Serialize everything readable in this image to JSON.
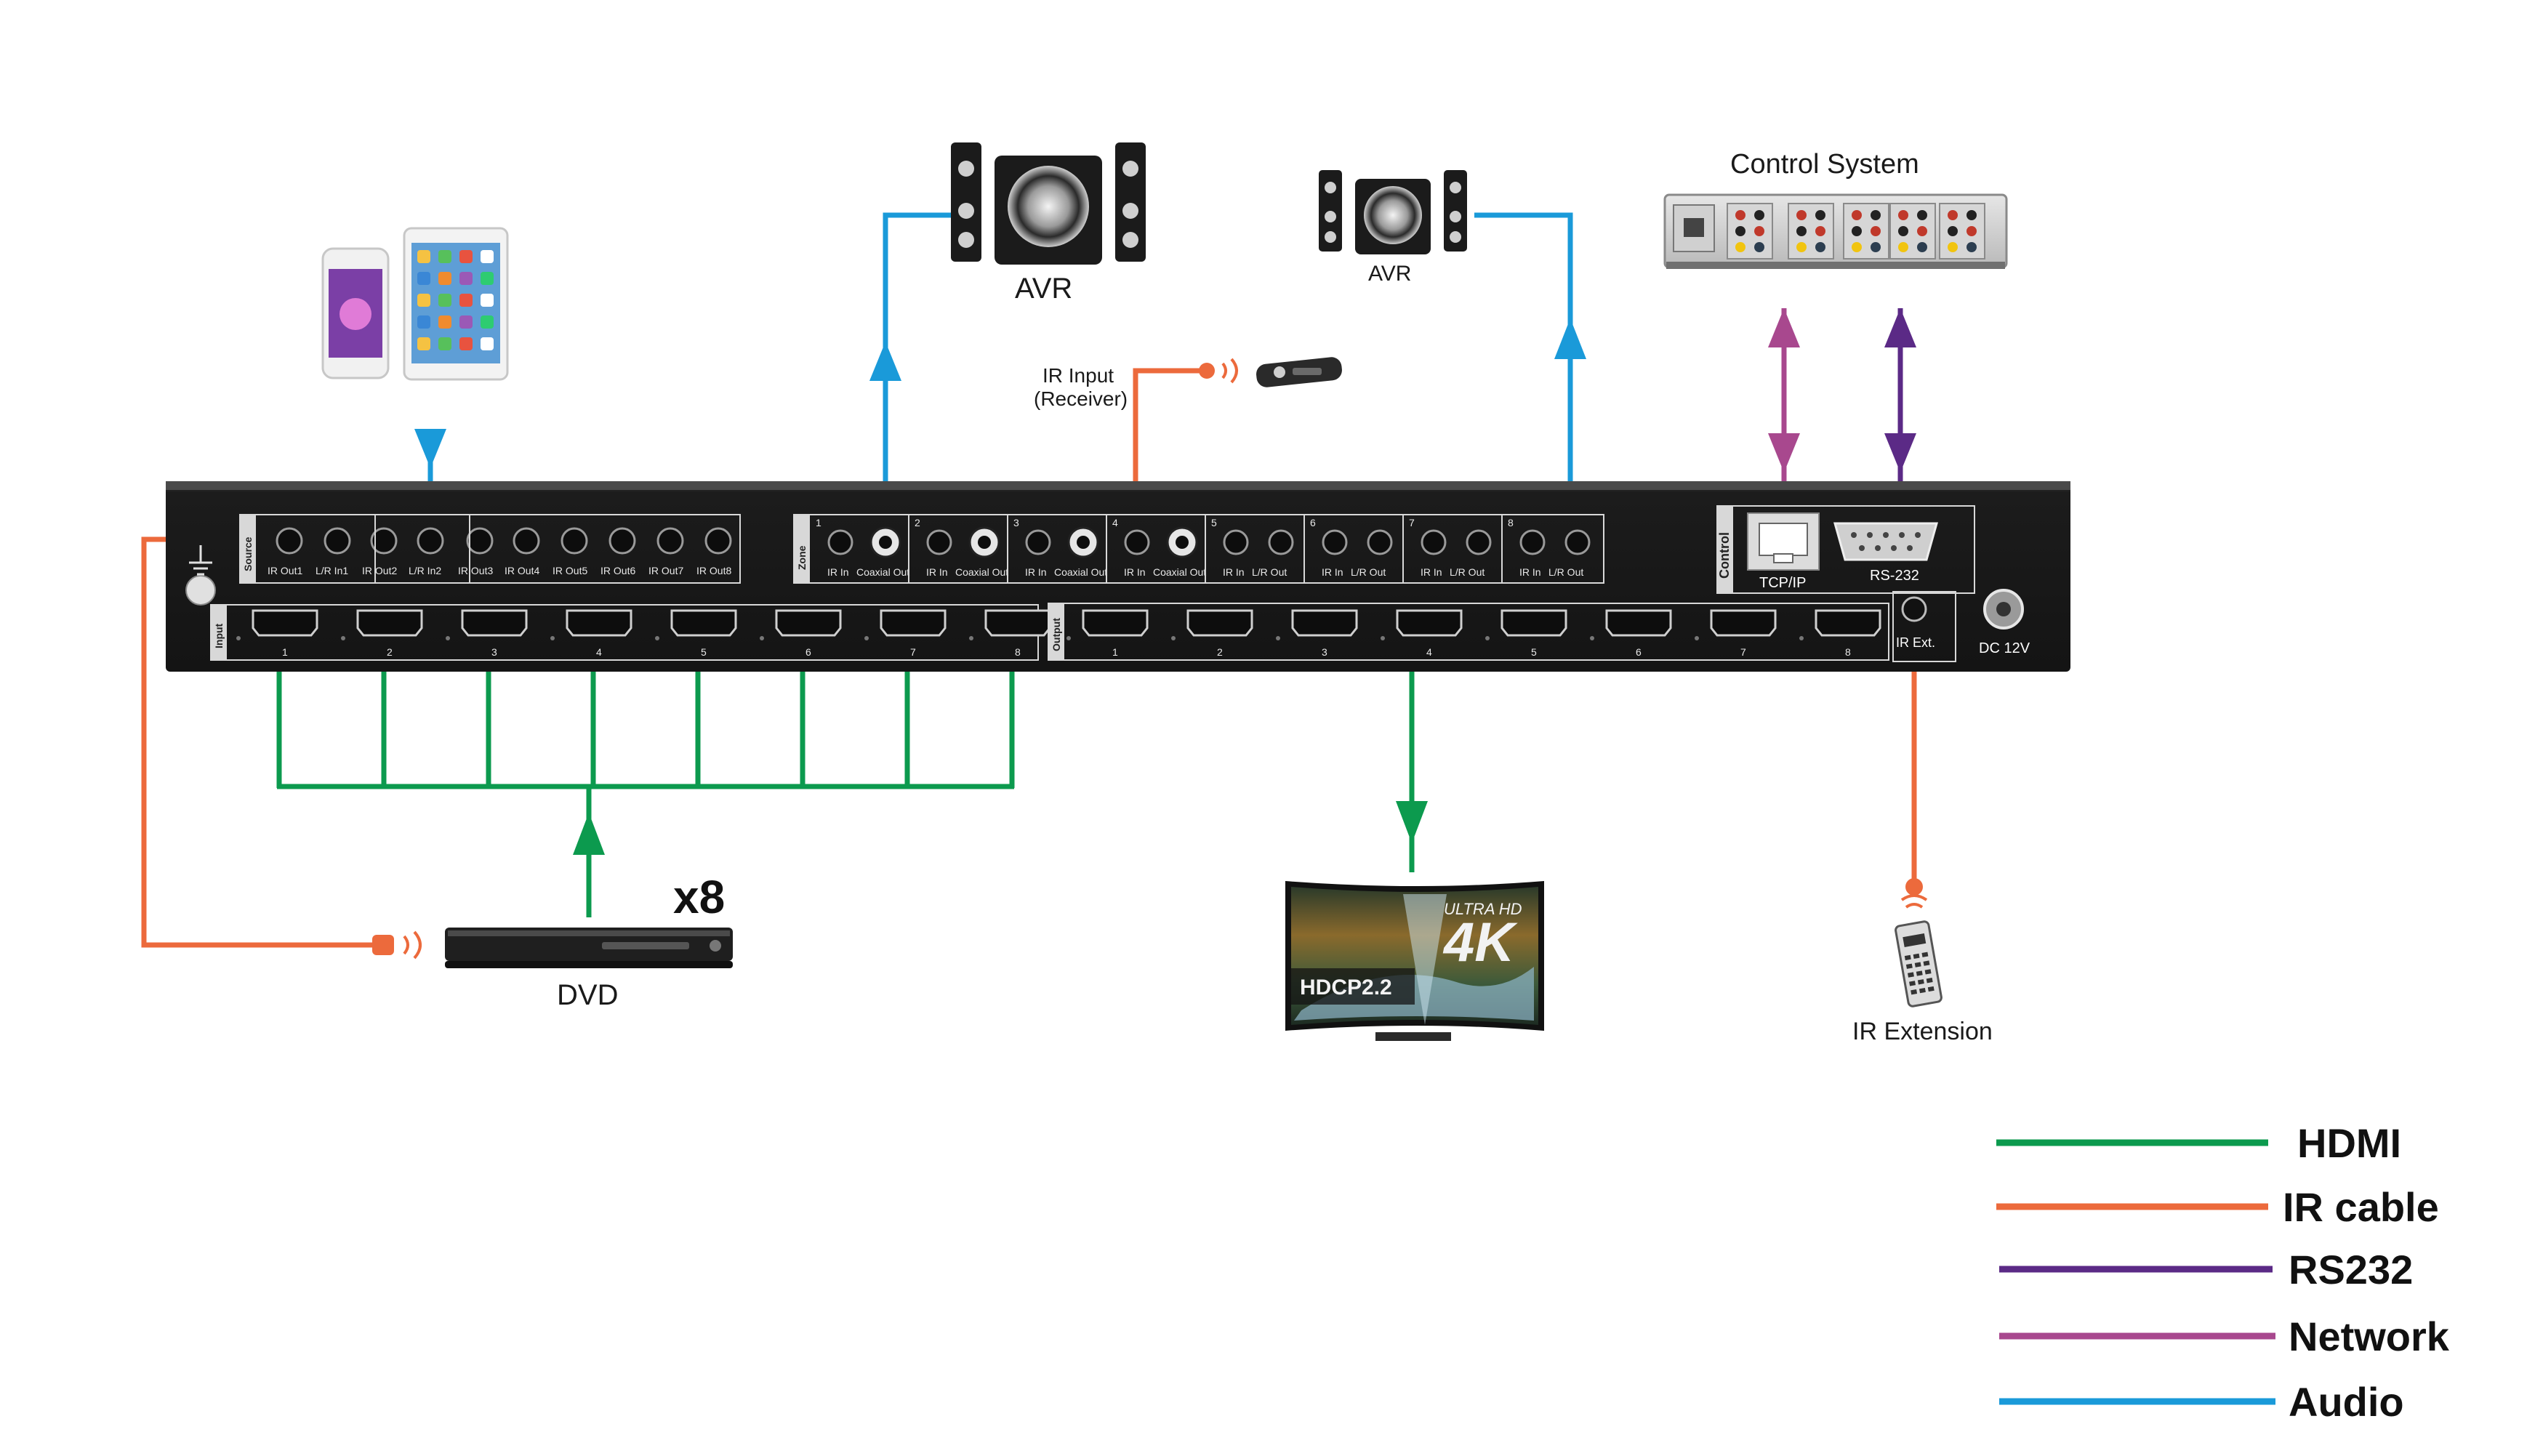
{
  "colors": {
    "hdmi": "#0c9a4e",
    "ir": "#ec6a3c",
    "rs232": "#5b2a86",
    "network": "#a8488e",
    "audio": "#1a9ad9",
    "chassis": "#1e1e1e"
  },
  "labels": {
    "avr_left": "AVR",
    "avr_right": "AVR",
    "control_system": "Control System",
    "ir_input_line1": "IR Input",
    "ir_input_line2": "(Receiver)",
    "dvd": "DVD",
    "dvd_count": "x8",
    "ir_extension": "IR Extension",
    "tv_badge_ultra": "ULTRA HD",
    "tv_badge_4k": "4K",
    "tv_badge_hdcp": "HDCP2.2"
  },
  "panel": {
    "source_title": "Source",
    "source_ports": [
      "IR Out1",
      "L/R In1",
      "IR Out2",
      "L/R In2",
      "IR Out3",
      "IR Out4",
      "IR Out5",
      "IR Out6",
      "IR Out7",
      "IR Out8"
    ],
    "zone_title": "Zone",
    "zones": [
      {
        "num": "1",
        "a": "IR In",
        "b": "Coaxial Out"
      },
      {
        "num": "2",
        "a": "IR In",
        "b": "Coaxial Out"
      },
      {
        "num": "3",
        "a": "IR In",
        "b": "Coaxial Out"
      },
      {
        "num": "4",
        "a": "IR In",
        "b": "Coaxial Out"
      },
      {
        "num": "5",
        "a": "IR In",
        "b": "L/R Out"
      },
      {
        "num": "6",
        "a": "IR In",
        "b": "L/R  Out"
      },
      {
        "num": "7",
        "a": "IR In",
        "b": "L/R Out"
      },
      {
        "num": "8",
        "a": "IR In",
        "b": "L/R Out"
      }
    ],
    "control_title": "Control",
    "tcpip": "TCP/IP",
    "rs232": "RS-232",
    "input_title": "Input",
    "output_title": "Output",
    "input_nums": [
      "1",
      "2",
      "3",
      "4",
      "5",
      "6",
      "7",
      "8"
    ],
    "output_nums": [
      "1",
      "2",
      "3",
      "4",
      "5",
      "6",
      "7",
      "8"
    ],
    "ir_ext": "IR Ext.",
    "dc": "DC 12V"
  },
  "legend": [
    {
      "label": "HDMI",
      "color": "#0c9a4e"
    },
    {
      "label": "IR cable",
      "color": "#ec6a3c"
    },
    {
      "label": "RS232",
      "color": "#5b2a86"
    },
    {
      "label": "Network",
      "color": "#a8488e"
    },
    {
      "label": "Audio",
      "color": "#1a9ad9"
    }
  ]
}
